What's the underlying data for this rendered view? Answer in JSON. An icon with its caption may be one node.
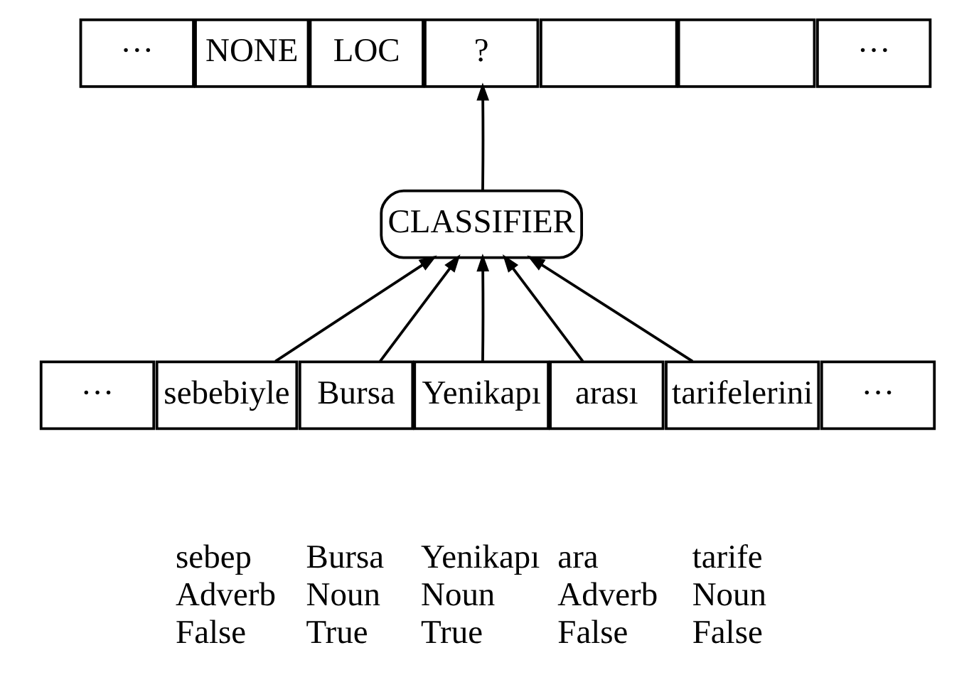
{
  "diagram": {
    "nodes": [
      {
        "text": [
          "···"
        ]
      },
      {
        "text": [
          "NONE"
        ]
      },
      {
        "text": [
          "LOC"
        ]
      },
      {
        "text": [
          "?"
        ]
      },
      {
        "text": [],
        "shape": "box"
      },
      {
        "text": [],
        "shape": "box"
      },
      {
        "text": [
          "···"
        ]
      },
      {
        "text": [
          "CLASSIFIER"
        ]
      },
      {
        "text": [
          "···"
        ]
      },
      {
        "text": [
          "sebebiyle"
        ],
        "beside": [
          "sebep",
          "Adverb",
          "False"
        ]
      },
      {
        "text": [
          "Bursa"
        ],
        "beside": [
          "Bursa",
          "Noun",
          "True"
        ]
      },
      {
        "text": [
          "Yenikapı"
        ],
        "beside": [
          "Yenikapı",
          "Noun",
          "True"
        ]
      },
      {
        "text": [
          "arası"
        ],
        "beside": [
          "ara",
          "Adverb",
          "False"
        ]
      },
      {
        "text": [
          "tarifelerini"
        ],
        "beside": [
          "tarife",
          "Noun",
          "False"
        ]
      },
      {
        "text": [
          "···"
        ]
      }
    ],
    "edges": [
      {
        "from": 7,
        "to": 3,
        "arrow": "to"
      },
      {
        "from": 9,
        "to": 7,
        "arrow": "to"
      },
      {
        "from": 10,
        "to": 7,
        "arrow": "to"
      },
      {
        "from": 11,
        "to": 7,
        "arrow": "to"
      },
      {
        "from": 12,
        "to": 7,
        "arrow": "to"
      },
      {
        "from": 13,
        "to": 7,
        "arrow": "to"
      }
    ]
  }
}
